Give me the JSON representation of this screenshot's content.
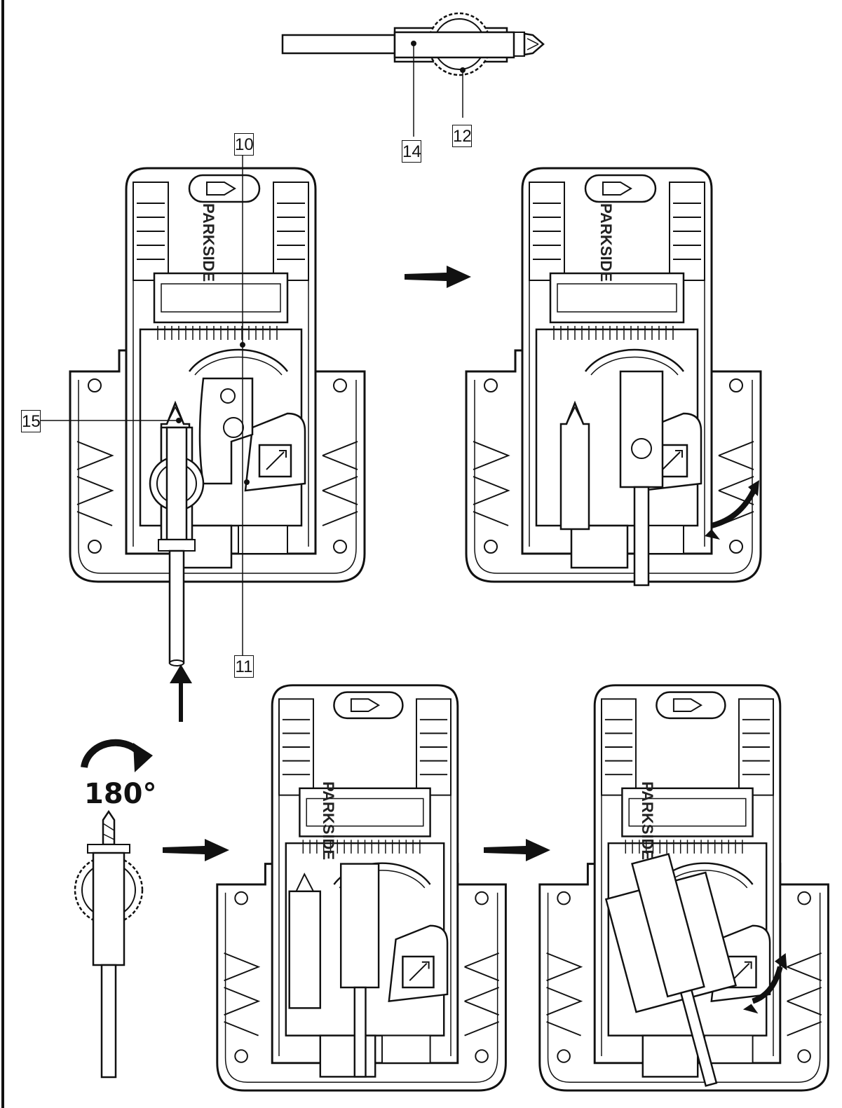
{
  "callouts": {
    "c10": "10",
    "c11": "11",
    "c12": "12",
    "c14": "14",
    "c15": "15"
  },
  "rotation": {
    "label": "180°"
  },
  "brand": {
    "text": "PARKSIDE"
  }
}
